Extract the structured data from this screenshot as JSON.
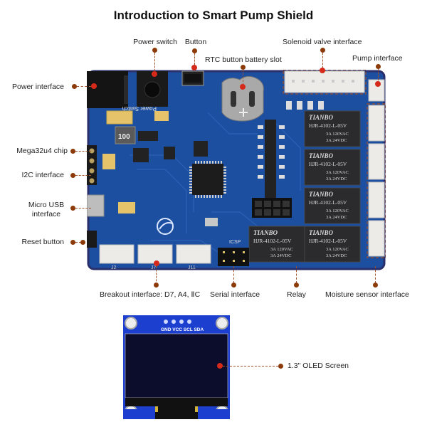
{
  "title": "Introduction to Smart Pump Shield",
  "labels": {
    "power_interface": "Power interface",
    "power_switch": "Power switch",
    "button": "Button",
    "rtc_battery_slot": "RTC button battery slot",
    "solenoid_valve_interface": "Solenoid valve interface",
    "pump_interface": "Pump interface",
    "mega32u4_chip": "Mega32u4 chip",
    "i2c_interface": "I2C interface",
    "micro_usb_line1": "Micro USB",
    "micro_usb_line2": "interface",
    "reset_button": "Reset button",
    "breakout_interface": "Breakout interface: D7, A4, ⅡC",
    "serial_interface": "Serial interface",
    "relay": "Relay",
    "moisture_sensor_interface": "Moisture sensor interface",
    "oled_screen": "1.3\" OLED Screen"
  },
  "board": {
    "silkscreen_power_switch": "Power Switch",
    "inductor_marking": "100",
    "icsp_label": "ICSP",
    "connector_labels": [
      "J2",
      "J7",
      "J11"
    ],
    "relays": [
      {
        "brand": "TIANBO",
        "model": "HJR-4102-L-05V",
        "rating1": "3A 120VAC",
        "rating2": "3A  24VDC"
      },
      {
        "brand": "TIANBO",
        "model": "HJR-4102-L-05V",
        "rating1": "3A 120VAC",
        "rating2": "3A  24VDC"
      },
      {
        "brand": "TIANBO",
        "model": "HJR-4102-L-05V",
        "rating1": "3A 120VAC",
        "rating2": "3A  24VDC"
      },
      {
        "brand": "TIANBO",
        "model": "HJR-4102-L-05V",
        "rating1": "3A 120VAC",
        "rating2": "3A  24VDC"
      },
      {
        "brand": "TIANBO",
        "model": "HJR-4102-L-05V",
        "rating1": "3A 120VAC",
        "rating2": "3A  24VDC"
      }
    ]
  },
  "oled": {
    "pins": "GND VCC SCL SDA"
  },
  "colors": {
    "pcb_blue": "#1d4fa0",
    "pcb_edge": "#2a2f6b",
    "marker": "#8b3a08",
    "marker_red": "#d52a1a",
    "oled_blue": "#1d3fd0",
    "oled_screen": "#0c0c2c"
  }
}
